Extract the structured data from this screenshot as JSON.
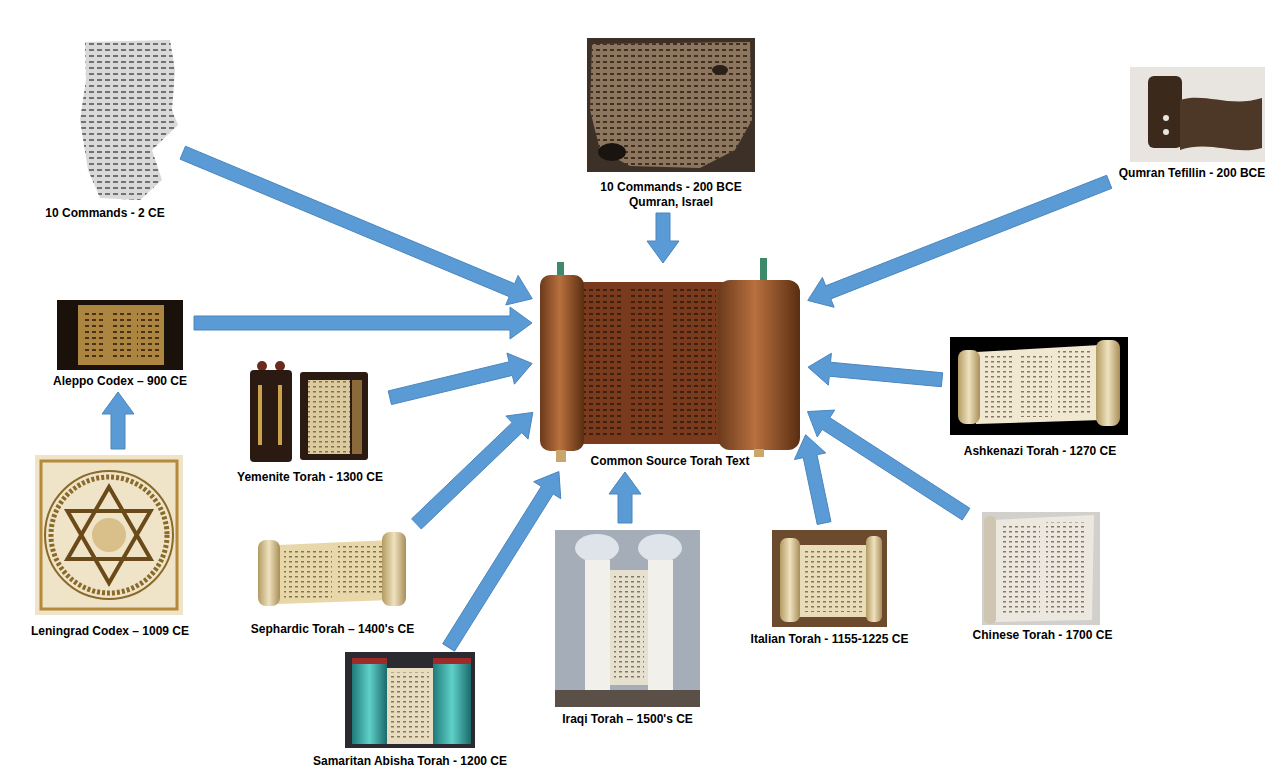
{
  "diagram": {
    "nodes": [
      {
        "text": [
          "10 Commands - 2 CE"
        ]
      },
      {
        "text": [
          "10 Commands - 200 BCE Qumran, Israel"
        ]
      },
      {
        "text": [
          "Qumran Tefillin - 200 BCE"
        ]
      },
      {
        "text": [
          "Aleppo Codex – 900 CE"
        ]
      },
      {
        "text": [
          "Yemenite Torah - 1300 CE"
        ]
      },
      {
        "text": [
          "Common Source Torah Text"
        ]
      },
      {
        "text": [
          "Ashkenazi Torah - 1270 CE"
        ]
      },
      {
        "text": [
          "Leningrad Codex – 1009 CE"
        ]
      },
      {
        "text": [
          "Sephardic Torah – 1400's CE"
        ]
      },
      {
        "text": [
          "Iraqi Torah – 1500's CE"
        ]
      },
      {
        "text": [
          "Italian Torah - 1155-1225 CE"
        ]
      },
      {
        "text": [
          "Chinese Torah - 1700 CE"
        ]
      },
      {
        "text": [
          "Samaritan Abisha Torah - 1200 CE"
        ]
      }
    ],
    "edges": [
      {
        "from": 0,
        "to": 5,
        "arrow": "to"
      },
      {
        "from": 1,
        "to": 5,
        "arrow": "to"
      },
      {
        "from": 2,
        "to": 5,
        "arrow": "to"
      },
      {
        "from": 3,
        "to": 5,
        "arrow": "to"
      },
      {
        "from": 4,
        "to": 5,
        "arrow": "to"
      },
      {
        "from": 7,
        "to": 3,
        "arrow": "to"
      },
      {
        "from": 8,
        "to": 5,
        "arrow": "to"
      },
      {
        "from": 12,
        "to": 5,
        "arrow": "to"
      },
      {
        "from": 9,
        "to": 5,
        "arrow": "to"
      },
      {
        "from": 10,
        "to": 5,
        "arrow": "to"
      },
      {
        "from": 11,
        "to": 5,
        "arrow": "to"
      },
      {
        "from": 6,
        "to": 5,
        "arrow": "to"
      }
    ]
  }
}
